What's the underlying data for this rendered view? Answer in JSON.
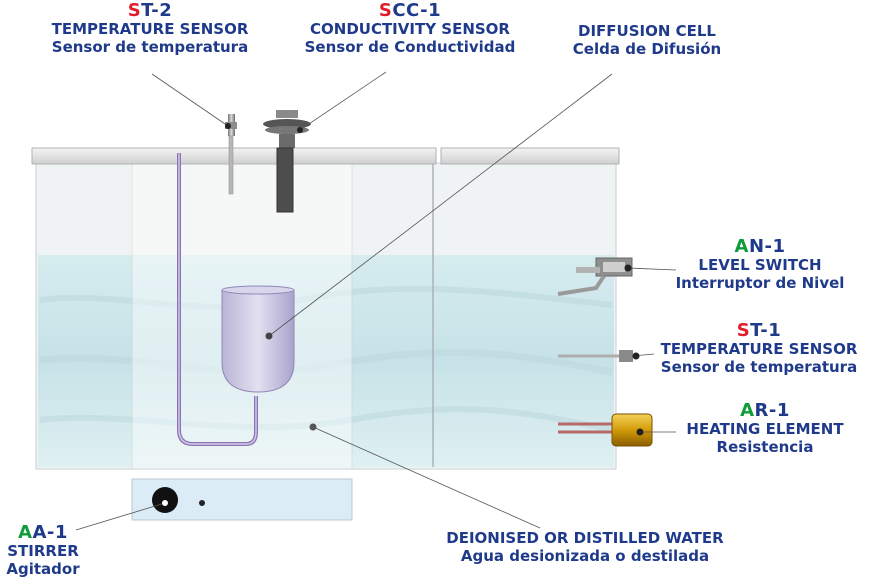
{
  "colors": {
    "label_blue": "#1f3a8a",
    "code_red": "#e11d2a",
    "code_green": "#0f9b3a",
    "water": "#cfe6ea",
    "heater_gold": "#d8a20f"
  },
  "labels": {
    "st2": {
      "first": "S",
      "rest": "T-2",
      "first_color": "red",
      "en": "TEMPERATURE SENSOR",
      "es": "Sensor de temperatura"
    },
    "scc1": {
      "first": "S",
      "rest": "CC-1",
      "first_color": "red",
      "en": "CONDUCTIVITY SENSOR",
      "es": "Sensor de Conductividad"
    },
    "cell": {
      "en": "DIFFUSION CELL",
      "es": "Celda de Difusión"
    },
    "an1": {
      "first": "A",
      "rest": "N-1",
      "first_color": "green",
      "en": "LEVEL SWITCH",
      "es": "Interruptor de Nivel"
    },
    "st1": {
      "first": "S",
      "rest": "T-1",
      "first_color": "red",
      "en": "TEMPERATURE SENSOR",
      "es": "Sensor de temperatura"
    },
    "ar1": {
      "first": "A",
      "rest": "R-1",
      "first_color": "green",
      "en": "HEATING ELEMENT",
      "es": "Resistencia"
    },
    "water": {
      "en": "DEIONISED OR DISTILLED WATER",
      "es": "Agua desionizada o destilada"
    },
    "aa1": {
      "first": "A",
      "rest": "A-1",
      "first_color": "green",
      "en": "STIRRER",
      "es": "Agitador"
    }
  }
}
